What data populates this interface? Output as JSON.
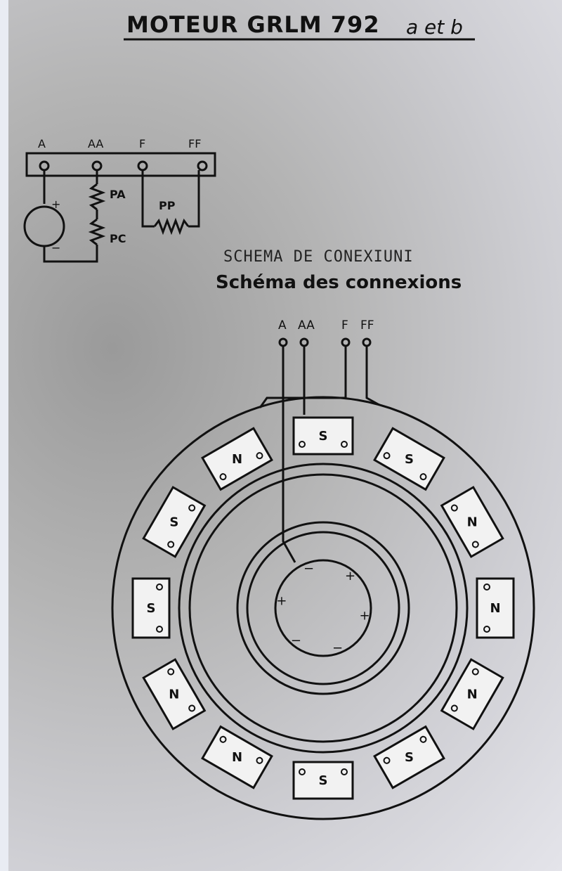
{
  "title": {
    "main": "MOTEUR  GRLM 792",
    "suffix": "a et b"
  },
  "top_schematic": {
    "terminals": [
      "A",
      "AA",
      "F",
      "FF"
    ],
    "resistors": [
      "PA",
      "PC",
      "PP"
    ],
    "polarity": [
      "+",
      "−"
    ]
  },
  "handwritten_caption": "SCHEMA DE CONEXIUNI",
  "section_title": "Schéma des connexions",
  "connection_diagram": {
    "terminals": [
      "A",
      "AA",
      "F",
      "FF"
    ],
    "poles": [
      "S",
      "S",
      "N",
      "N",
      "N",
      "S",
      "S",
      "N",
      "N",
      "S",
      "S",
      "N"
    ],
    "armature_signs": [
      "−",
      "+",
      "+",
      "−",
      "−",
      "+"
    ]
  }
}
